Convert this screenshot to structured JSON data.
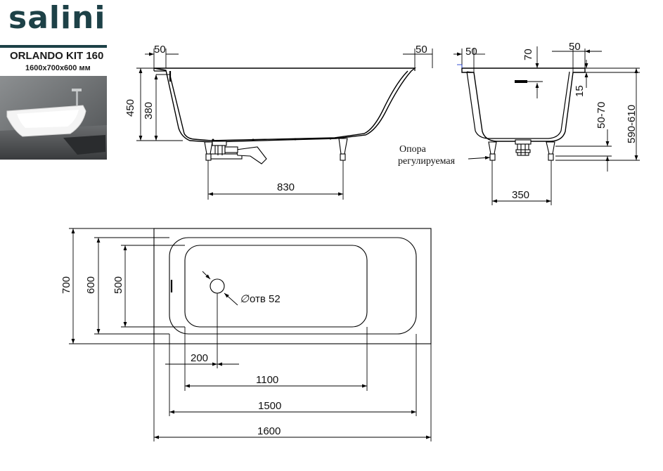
{
  "header": {
    "brand": "salini",
    "product_name": "ORLANDO KIT 160",
    "product_size": "1600x700x600 мм"
  },
  "side_view": {
    "dims": {
      "rim_left": "50",
      "rim_right": "50",
      "total_height": "450",
      "inner_depth": "380",
      "leg_spacing": "830"
    }
  },
  "end_view": {
    "dims": {
      "rim_left": "50",
      "rim_right": "50",
      "top_offset": "70",
      "rim_drop": "15",
      "leg_adjust": "50-70",
      "overall_height": "590-610",
      "leg_spacing": "350"
    },
    "support_label_line1": "Опора",
    "support_label_line2": "регулируемая"
  },
  "plan_view": {
    "dims": {
      "width_outer": "700",
      "width_rim": "600",
      "width_inner": "500",
      "drain_offset": "200",
      "inner_length": "1100",
      "rim_length": "1500",
      "outer_length": "1600"
    },
    "drain_label": "отв 52",
    "diameter_symbol": "∅"
  },
  "colors": {
    "brand": "#1d4147",
    "line": "#000000"
  }
}
